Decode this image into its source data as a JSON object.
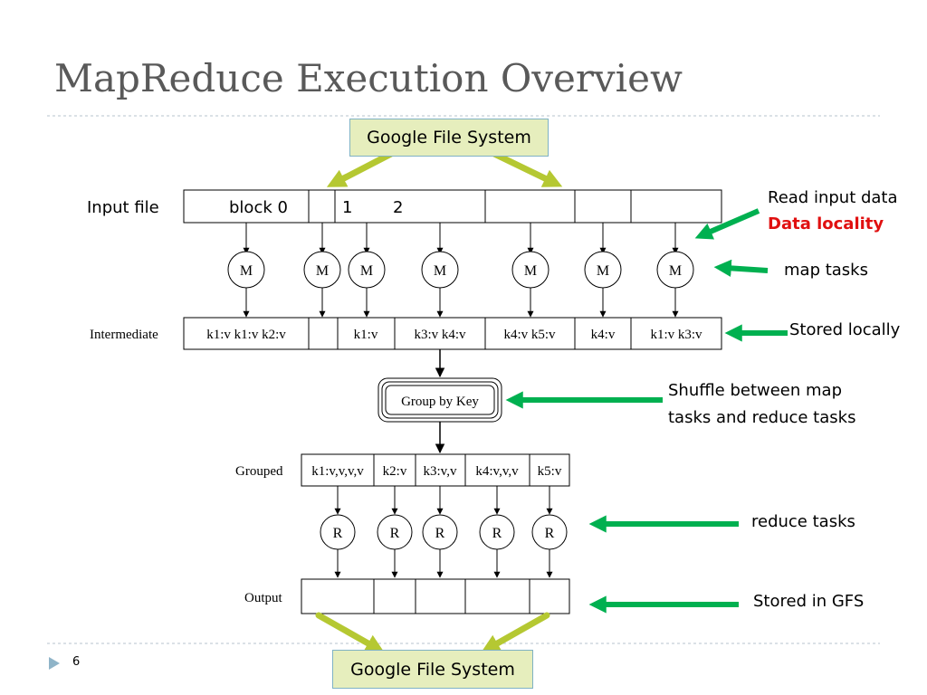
{
  "slide": {
    "title": "MapReduce Execution Overview",
    "page_number": "6"
  },
  "gfs_top": "Google File System",
  "gfs_bottom": "Google File System",
  "diagram": {
    "input_label": "Input file",
    "input_blocks": [
      "block 0",
      "1",
      "2"
    ],
    "map_label": "M",
    "intermediate_label": "Intermediate",
    "intermediate_cells": [
      "k1:v k1:v k2:v",
      "",
      "k1:v",
      "k3:v k4:v",
      "k4:v k5:v",
      "k4:v",
      "k1:v k3:v"
    ],
    "group_label": "Group by Key",
    "grouped_label": "Grouped",
    "grouped_cells": [
      "k1:v,v,v,v",
      "k2:v",
      "k3:v,v",
      "k4:v,v,v",
      "k5:v"
    ],
    "reduce_label": "R",
    "output_label": "Output"
  },
  "annotations": {
    "read_input": "Read input data",
    "data_locality": "Data locality",
    "map_tasks": "map tasks",
    "stored_locally": "Stored locally",
    "shuffle_line1": "Shuffle between map",
    "shuffle_line2": "tasks and reduce tasks",
    "reduce_tasks": "reduce tasks",
    "stored_gfs": "Stored in GFS"
  },
  "colors": {
    "title": "#595959",
    "green_arrow": "#00b050",
    "olive_arrow": "#b5c832",
    "gfs_fill": "#e6eebd",
    "emphasis": "#e01010"
  }
}
